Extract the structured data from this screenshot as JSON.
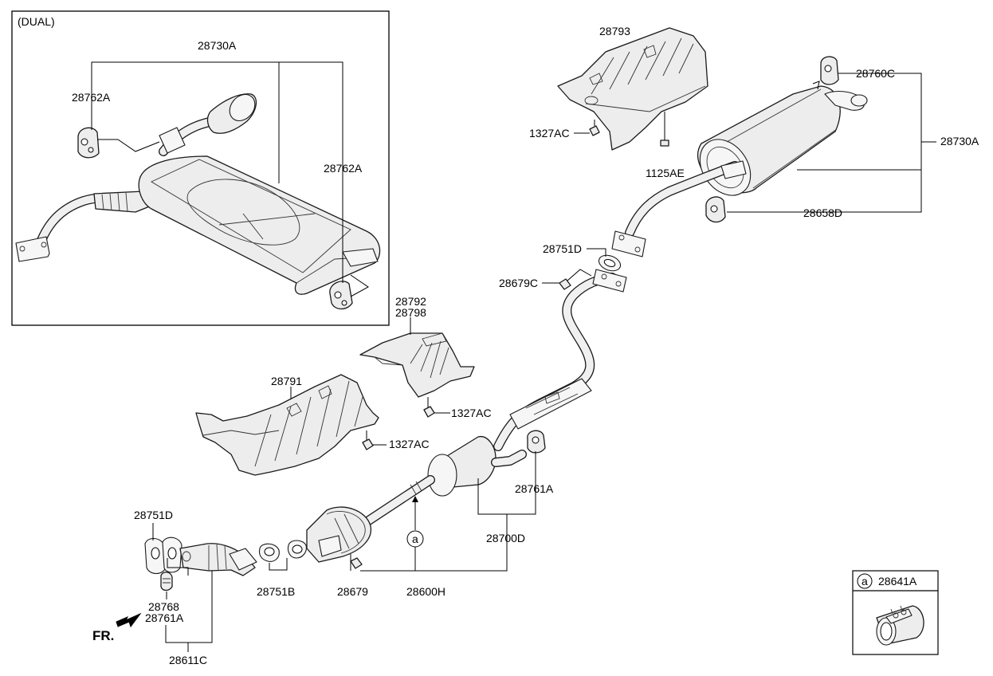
{
  "inset": {
    "title": "(DUAL)"
  },
  "labels": {
    "p28730A_inset": "28730A",
    "p28762A_left": "28762A",
    "p28762A_right": "28762A",
    "p28793": "28793",
    "p1327AC_top": "1327AC",
    "p1125AE": "1125AE",
    "p28760C": "28760C",
    "p28730A_main": "28730A",
    "p28658D": "28658D",
    "p28751D_upper": "28751D",
    "p28679C": "28679C",
    "p28792": "28792",
    "p28798": "28798",
    "p1327AC_mid": "1327AC",
    "p28791": "28791",
    "p1327AC_low": "1327AC",
    "p28761A_right": "28761A",
    "p28700D": "28700D",
    "p28751D_lower": "28751D",
    "p28768": "28768",
    "p28761A_left": "28761A",
    "p28751B": "28751B",
    "p28679": "28679",
    "p28600H": "28600H",
    "p28611C": "28611C"
  },
  "callout": {
    "marker": "a"
  },
  "legend_box": {
    "marker": "a",
    "part": "28641A"
  },
  "front_marker": {
    "text": "FR."
  }
}
